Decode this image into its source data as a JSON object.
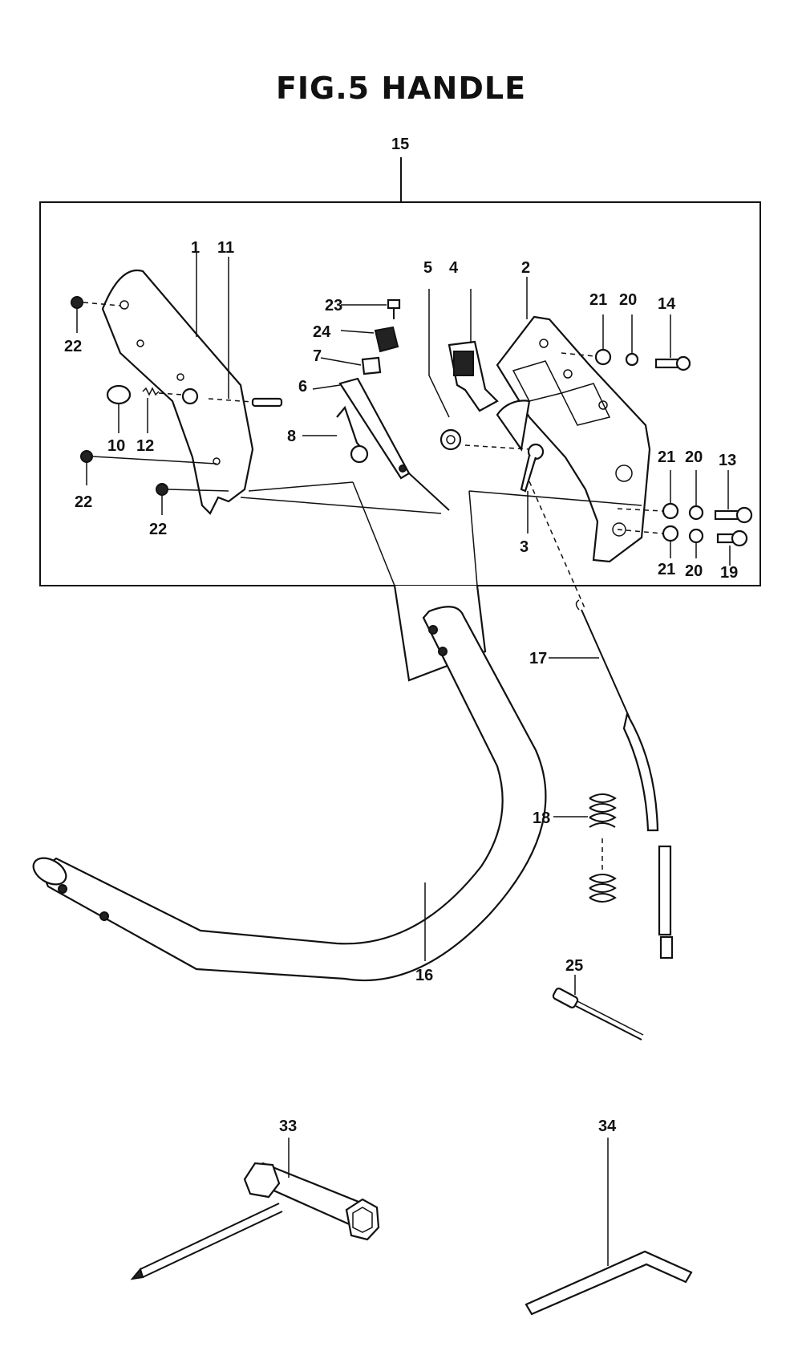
{
  "title": "FIG.5    HANDLE",
  "callouts": {
    "c1": "1",
    "c2": "2",
    "c3": "3",
    "c4": "4",
    "c5": "5",
    "c6": "6",
    "c7": "7",
    "c8": "8",
    "c10": "10",
    "c11": "11",
    "c12": "12",
    "c13": "13",
    "c14": "14",
    "c15": "15",
    "c16": "16",
    "c17": "17",
    "c18": "18",
    "c19": "19",
    "c20a": "20",
    "c20b": "20",
    "c20c": "20",
    "c21a": "21",
    "c21b": "21",
    "c21c": "21",
    "c22a": "22",
    "c22b": "22",
    "c22c": "22",
    "c23": "23",
    "c24": "24",
    "c25": "25",
    "c33": "33",
    "c34": "34"
  }
}
